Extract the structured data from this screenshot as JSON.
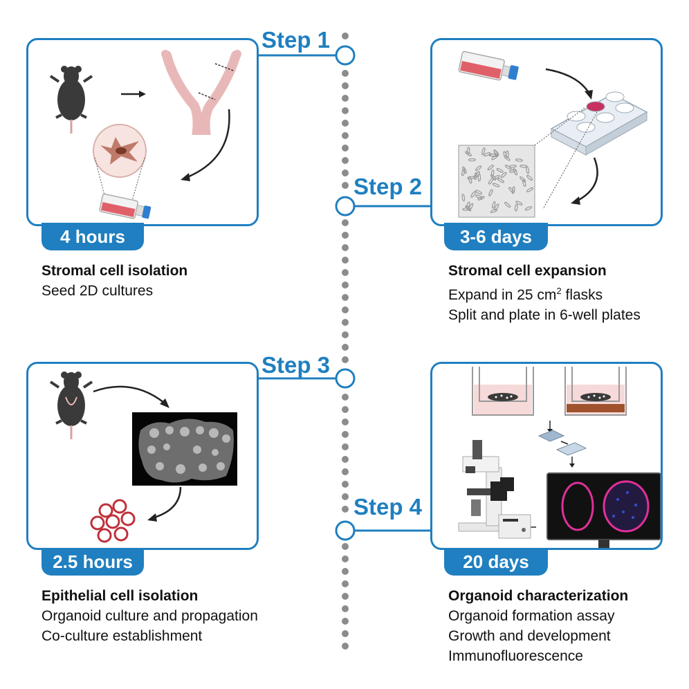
{
  "steps": [
    {
      "label": "Step 1",
      "duration": "4 hours",
      "title": "Stromal cell isolation",
      "lines": [
        "Seed 2D cultures"
      ]
    },
    {
      "label": "Step 2",
      "duration": "3-6 days",
      "title": "Stromal cell expansion",
      "line1_pre": "Expand in 25 cm",
      "line1_sup": "2",
      "line1_post": " flasks",
      "lines": [
        "Split and plate in 6-well plates"
      ]
    },
    {
      "label": "Step 3",
      "duration": "2.5 hours",
      "title": "Epithelial cell isolation",
      "lines": [
        "Organoid culture and propagation",
        "Co-culture establishment"
      ]
    },
    {
      "label": "Step 4",
      "duration": "20 days",
      "title": "Organoid characterization",
      "lines": [
        "Organoid formation assay",
        "Growth and development",
        "Immunofluorescence"
      ]
    }
  ],
  "colors": {
    "accent": "#1f7fc0",
    "timeline_dots": "#8c8c8c",
    "mouse": "#3a3a3a",
    "tissue": "#e8b8b8",
    "media": "#e0606a",
    "organoid": "#c0303a",
    "fluorescence": "#e0309a"
  },
  "icons": {
    "panel1": [
      "mouse-icon",
      "arrow-right-icon",
      "uterus-icon",
      "curved-arrow-icon",
      "stromal-cell-icon",
      "culture-flask-icon"
    ],
    "panel2": [
      "culture-flask-icon",
      "curved-arrow-icon",
      "six-well-plate-icon",
      "microscopy-image-icon"
    ],
    "panel3": [
      "mouse-icon",
      "curved-arrow-icon",
      "tissue-micrograph-icon",
      "organoid-ring-icon"
    ],
    "panel4": [
      "transwell-insert-icon",
      "slide-icon",
      "microscope-icon",
      "monitor-icon"
    ]
  }
}
